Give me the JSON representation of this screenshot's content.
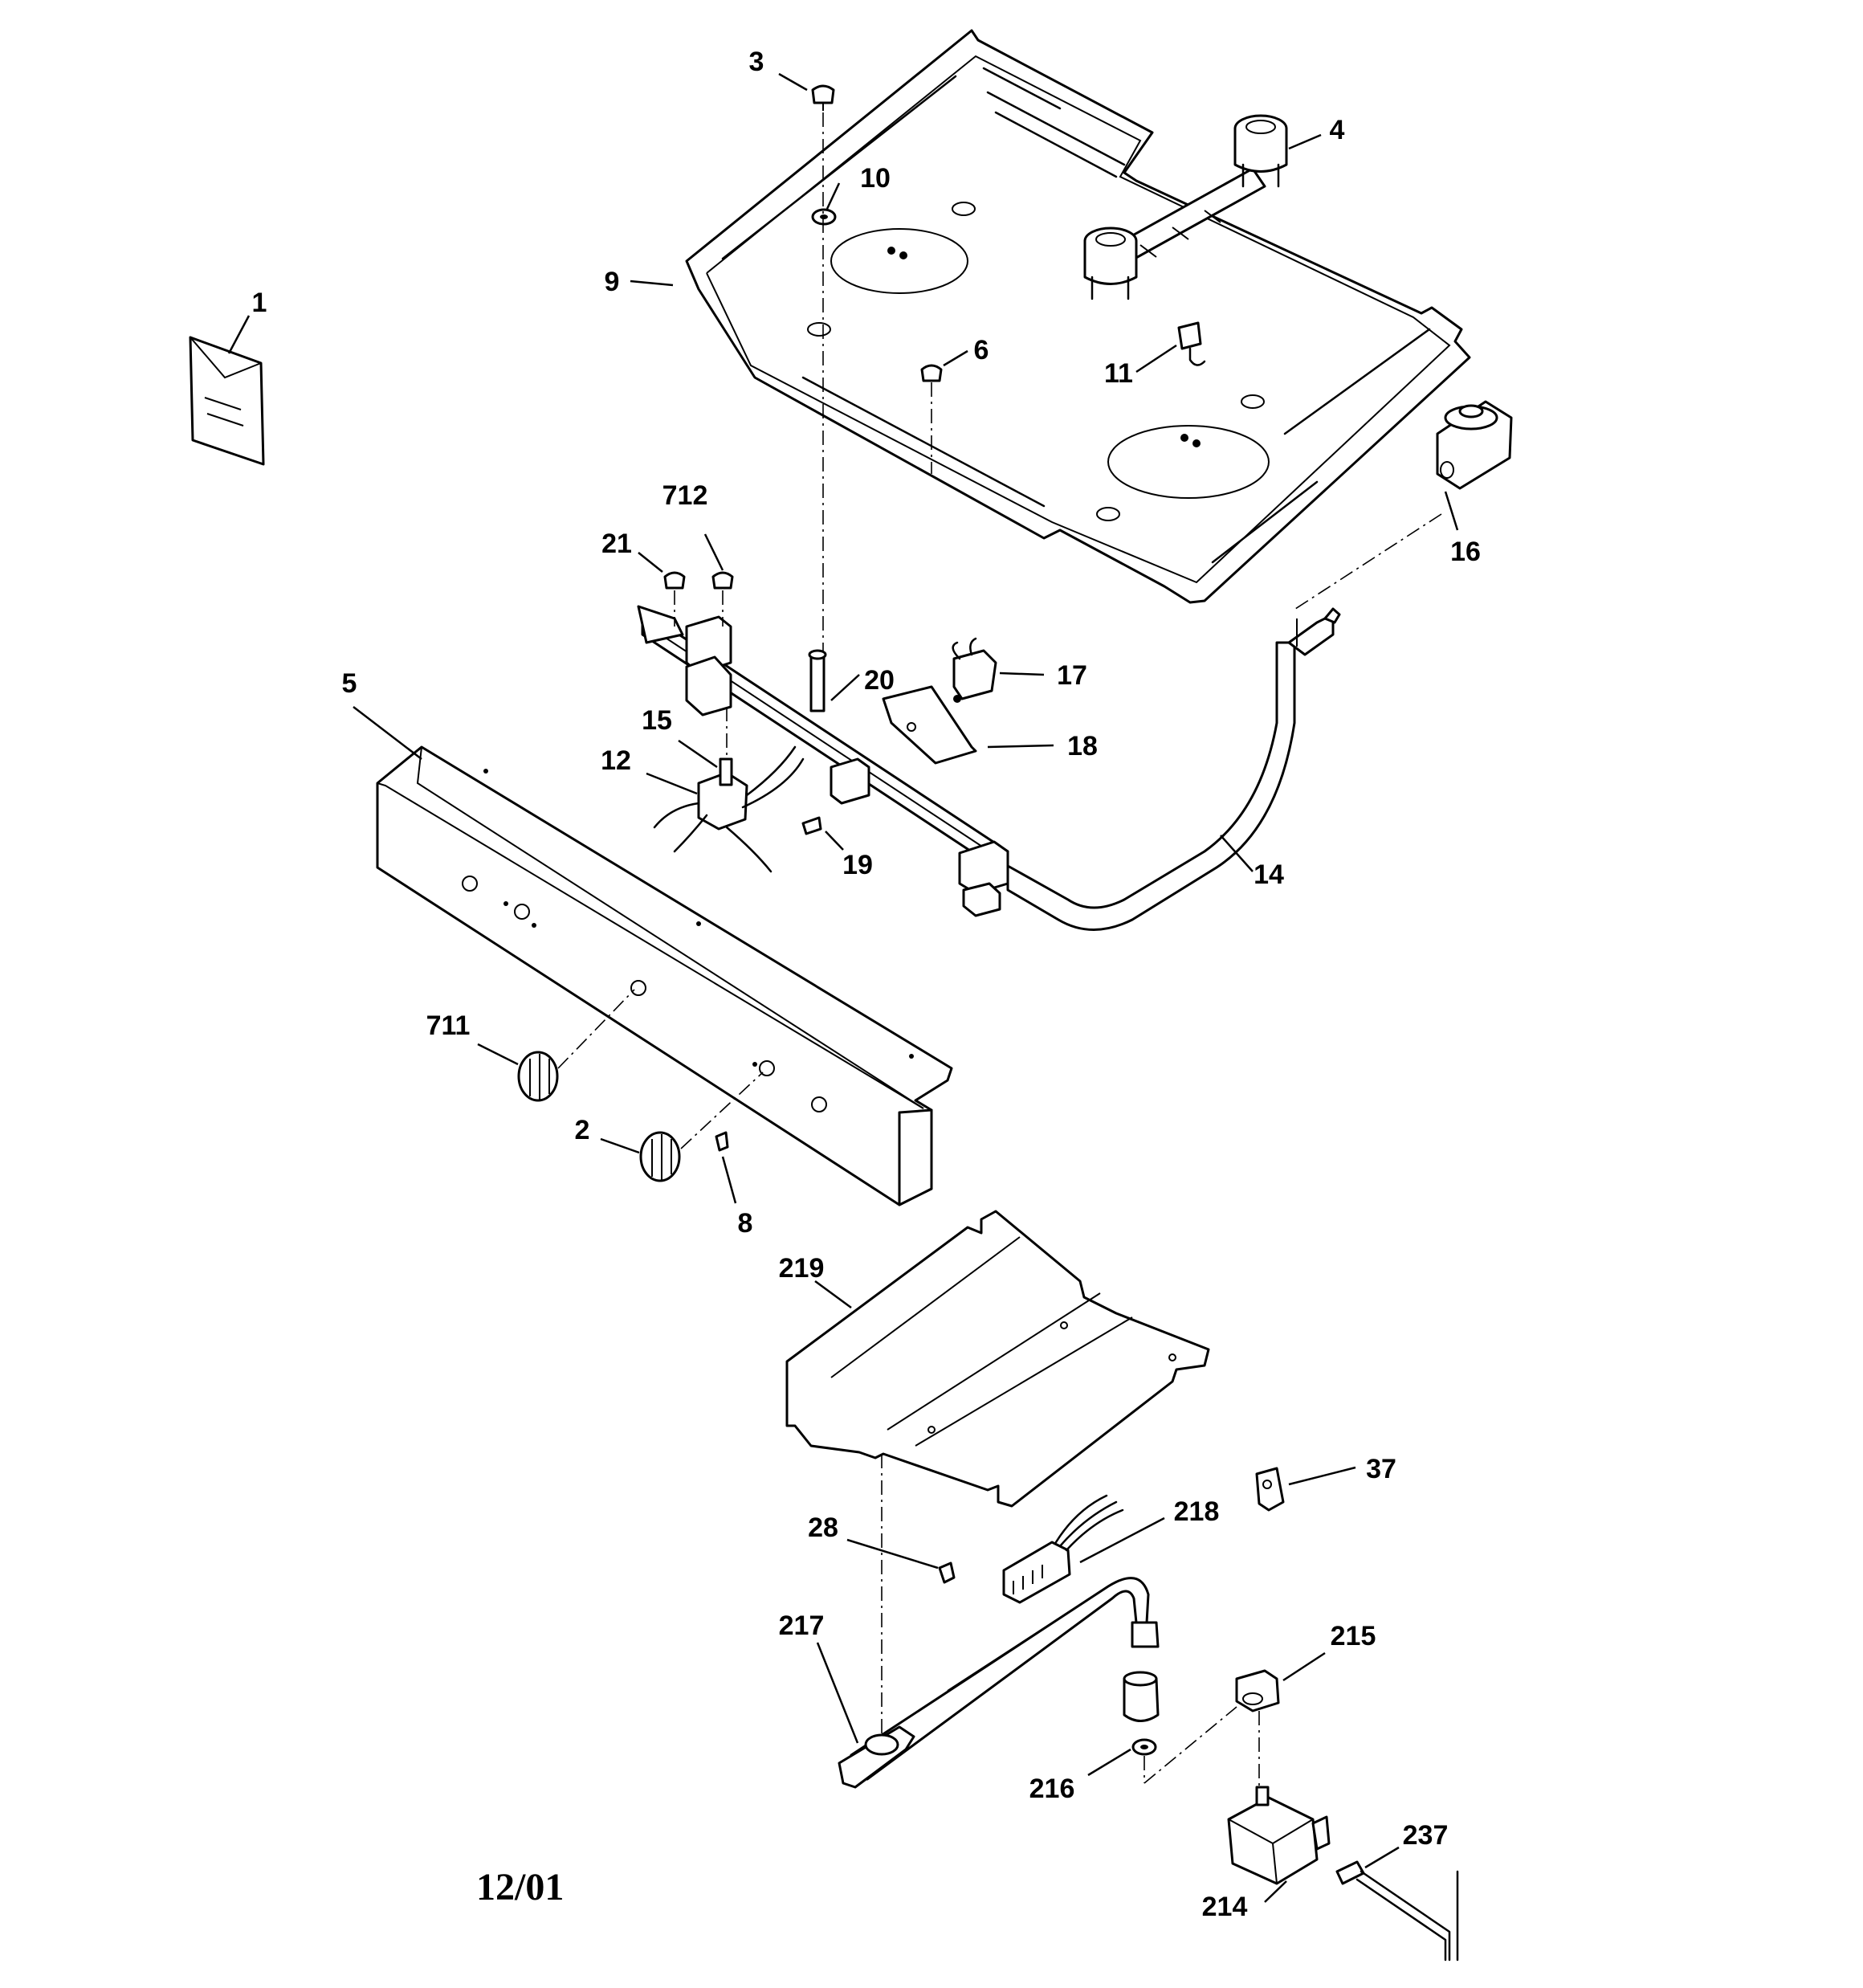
{
  "callouts": [
    {
      "id": "1",
      "label": "1"
    },
    {
      "id": "2",
      "label": "2"
    },
    {
      "id": "3",
      "label": "3"
    },
    {
      "id": "4",
      "label": "4"
    },
    {
      "id": "5",
      "label": "5"
    },
    {
      "id": "6",
      "label": "6"
    },
    {
      "id": "8",
      "label": "8"
    },
    {
      "id": "9",
      "label": "9"
    },
    {
      "id": "10",
      "label": "10"
    },
    {
      "id": "11",
      "label": "11"
    },
    {
      "id": "12",
      "label": "12"
    },
    {
      "id": "14",
      "label": "14"
    },
    {
      "id": "15",
      "label": "15"
    },
    {
      "id": "16",
      "label": "16"
    },
    {
      "id": "17",
      "label": "17"
    },
    {
      "id": "18",
      "label": "18"
    },
    {
      "id": "19",
      "label": "19"
    },
    {
      "id": "20",
      "label": "20"
    },
    {
      "id": "21",
      "label": "21"
    },
    {
      "id": "28",
      "label": "28"
    },
    {
      "id": "37",
      "label": "37"
    },
    {
      "id": "214",
      "label": "214"
    },
    {
      "id": "215",
      "label": "215"
    },
    {
      "id": "216",
      "label": "216"
    },
    {
      "id": "217",
      "label": "217"
    },
    {
      "id": "218",
      "label": "218"
    },
    {
      "id": "219",
      "label": "219"
    },
    {
      "id": "237",
      "label": "237"
    },
    {
      "id": "711",
      "label": "711"
    },
    {
      "id": "712",
      "label": "712"
    }
  ],
  "footer": {
    "date": "12/01"
  }
}
